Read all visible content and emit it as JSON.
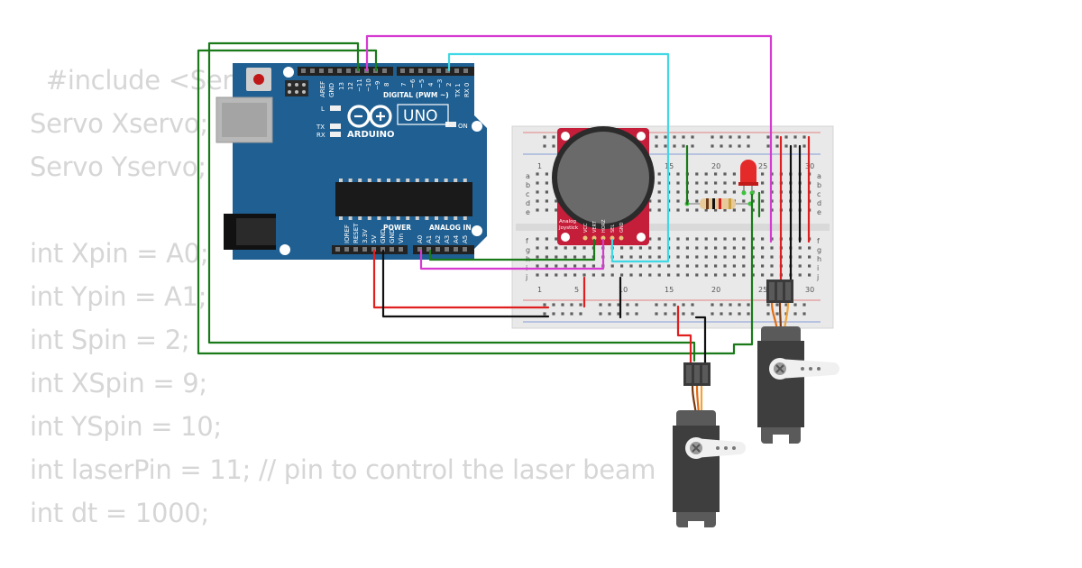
{
  "code_lines": [
    "  #include <Servo.h>",
    "Servo Xservo;",
    "Servo Yservo;",
    "",
    "int Xpin = A0;",
    "int Ypin = A1;",
    "int Spin = 2;",
    "int XSpin = 9;",
    "int YSpin = 10;",
    "int laserPin = 11; // pin to control the laser beam",
    "int dt = 1000;"
  ],
  "arduino": {
    "brand": "ARDUINO",
    "model": "UNO",
    "digital_header": "DIGITAL (PWM ~)",
    "power_header": "POWER",
    "analog_header": "ANALOG IN",
    "on_label": "ON",
    "l_label": "L",
    "tx_label": "TX",
    "rx_label": "RX",
    "digital_pins": [
      "AREF",
      "GND",
      "13",
      "12",
      "~11",
      "~10",
      "~9",
      "8",
      "7",
      "~6",
      "~5",
      "4",
      "~3",
      "2",
      "TX 1",
      "RX 0"
    ],
    "power_pins": [
      "IOREF",
      "RESET",
      "3.3V",
      "5V",
      "GND",
      "GND",
      "Vin"
    ],
    "analog_pins": [
      "A0",
      "A1",
      "A2",
      "A3",
      "A4",
      "A5"
    ]
  },
  "breadboard": {
    "column_numbers": [
      "1",
      "5",
      "10",
      "15",
      "20",
      "25",
      "30"
    ],
    "row_letters_top": [
      "a",
      "b",
      "c",
      "d",
      "e"
    ],
    "row_letters_bottom": [
      "f",
      "g",
      "h",
      "i",
      "j"
    ]
  },
  "joystick": {
    "label_line1": "Analog",
    "label_line2": "Joystick",
    "pins": [
      "VCC",
      "VERT",
      "HORZ",
      "SEL",
      "GND"
    ]
  },
  "colors": {
    "board_blue": "#1f5f91",
    "wire_green": "#1a7a1a",
    "wire_magenta": "#d63bd1",
    "wire_cyan": "#3fd8e4",
    "wire_red": "#e02020",
    "wire_black": "#111111",
    "joystick_red": "#c41e3a",
    "servo_gray": "#5a5a5a",
    "code_gray": "#d6d6d6"
  }
}
